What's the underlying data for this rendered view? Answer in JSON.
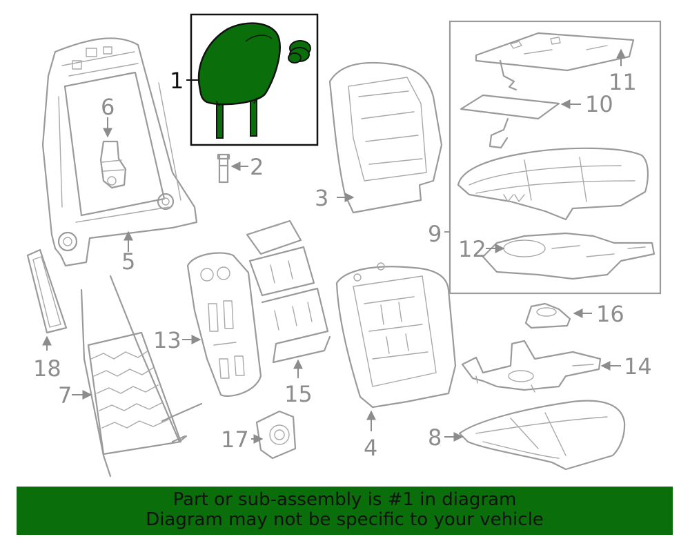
{
  "callouts": {
    "c1": "1",
    "c2": "2",
    "c3": "3",
    "c4": "4",
    "c5": "5",
    "c6": "6",
    "c7": "7",
    "c8": "8",
    "c9": "9",
    "c10": "10",
    "c11": "11",
    "c12": "12",
    "c13": "13",
    "c14": "14",
    "c15": "15",
    "c16": "16",
    "c17": "17",
    "c18": "18"
  },
  "banner": {
    "line1": "Part or sub-assembly is #1 in diagram",
    "line2": "Diagram may not be specific to your vehicle"
  },
  "colors": {
    "highlight": "#0a6e0a",
    "line_art": "#9a9a9a",
    "callout_text": "#8c8c8c"
  }
}
